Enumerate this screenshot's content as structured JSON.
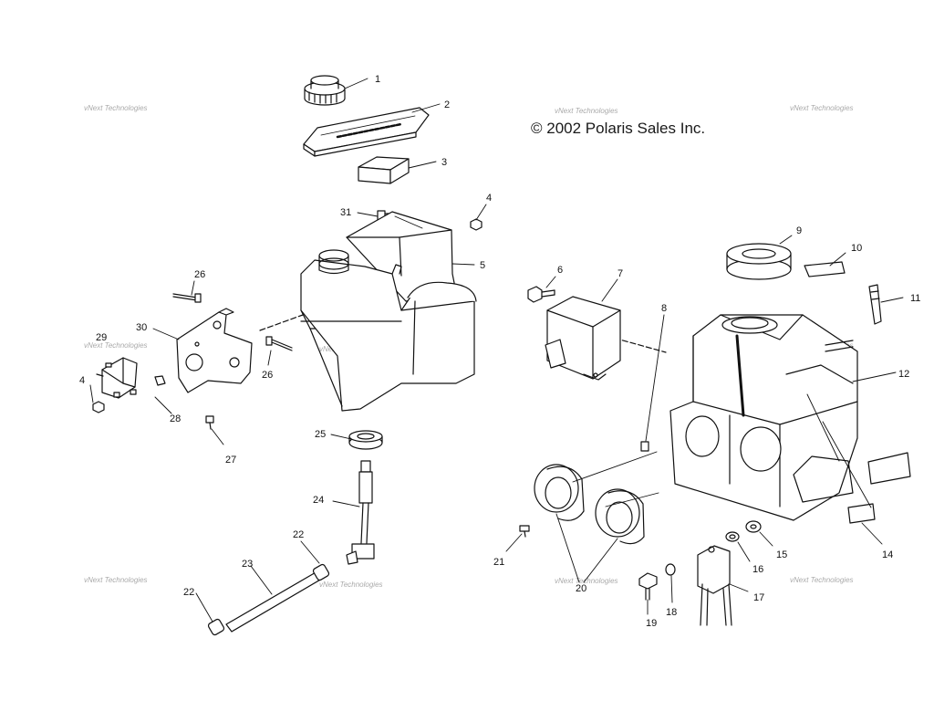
{
  "copyright": "© 2002 Polaris Sales Inc.",
  "watermark": "vNext Technologies",
  "callouts": [
    "1",
    "2",
    "3",
    "4",
    "5",
    "6",
    "7",
    "8",
    "9",
    "10",
    "11",
    "12",
    "14",
    "15",
    "16",
    "17",
    "18",
    "19",
    "20",
    "21",
    "22",
    "23",
    "24",
    "25",
    "26",
    "27",
    "28",
    "29",
    "30",
    "31"
  ]
}
